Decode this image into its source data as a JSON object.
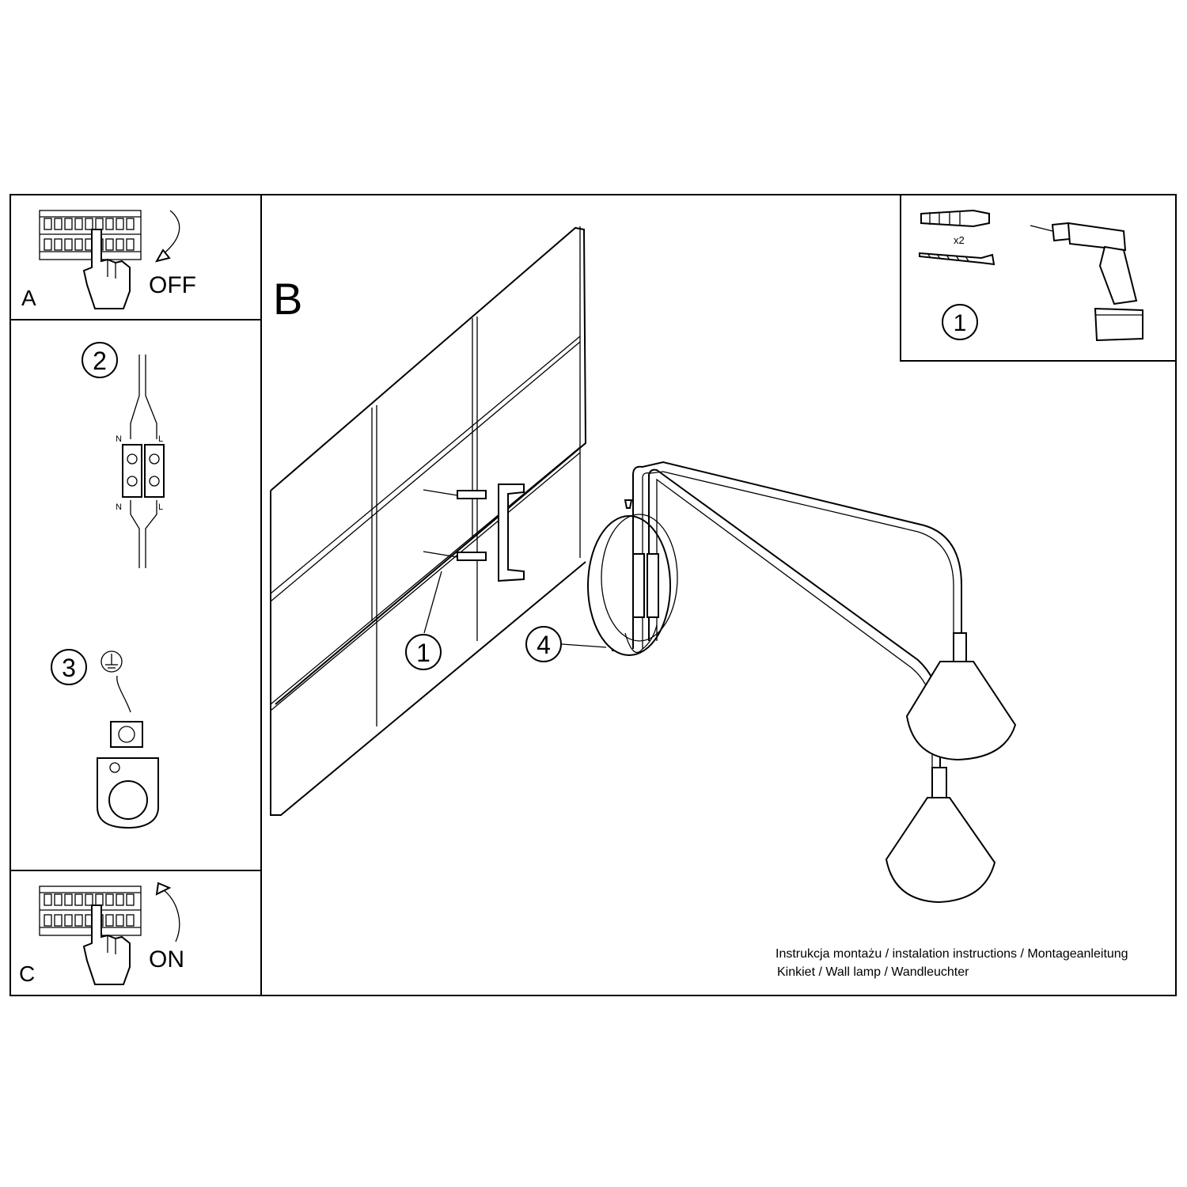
{
  "panels": {
    "a": {
      "letter": "A",
      "state": "OFF"
    },
    "c": {
      "letter": "C",
      "state": "ON"
    },
    "b": {
      "letter": "B"
    }
  },
  "steps": {
    "tools": {
      "number": "1",
      "qty": "x2"
    },
    "wiring": {
      "number": "2",
      "neutral": "N",
      "live": "L"
    },
    "earth": {
      "number": "3"
    },
    "wall_anchor": {
      "number": "1"
    },
    "screw": {
      "number": "4"
    }
  },
  "caption": {
    "line1": "Instrukcja montażu / instalation instructions / Montageanleitung",
    "line2": "Kinkiet / Wall lamp / Wandleuchter"
  },
  "icons": [
    "breaker-panel-icon",
    "hand-icon",
    "rotate-arrow-icon",
    "wall-plug-icon",
    "screw-icon",
    "drill-icon",
    "terminal-block-icon",
    "earth-symbol-icon",
    "earth-terminal-icon",
    "mounting-bracket-icon",
    "wall-lamp-icon"
  ]
}
